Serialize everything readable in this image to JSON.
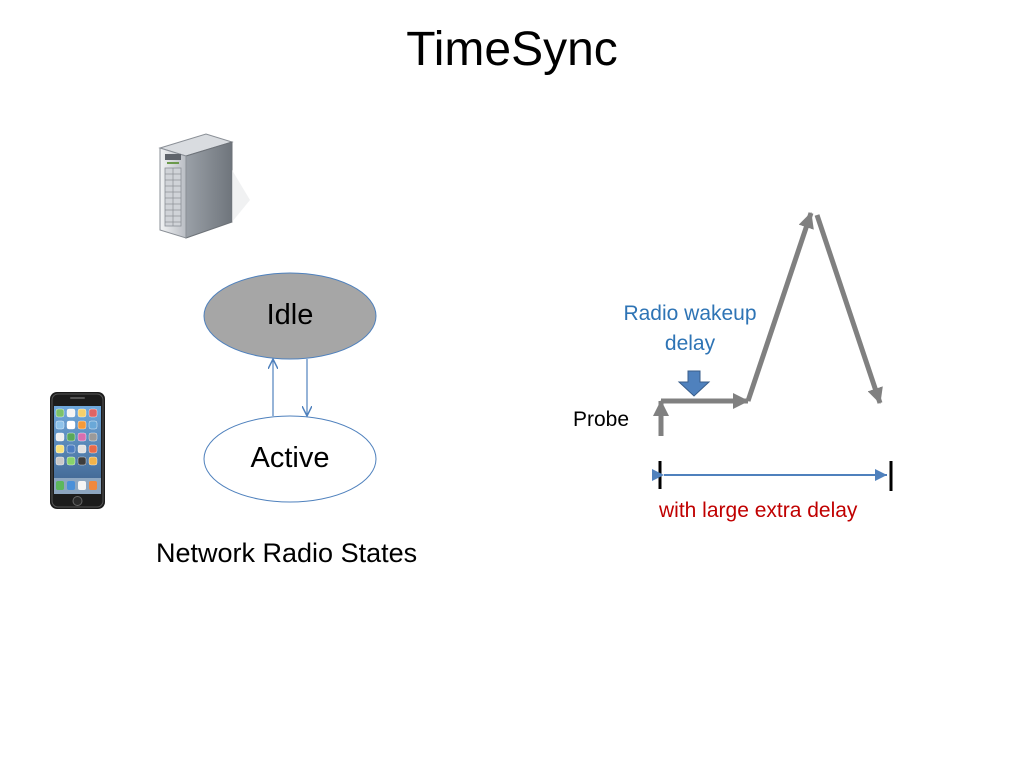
{
  "slide": {
    "title": "TimeSync"
  },
  "states": {
    "idle": "Idle",
    "active": "Active",
    "caption": "Network Radio States"
  },
  "timing": {
    "probe": "Probe",
    "wakeup_delay": "Radio wakeup delay",
    "extra_delay": "with large extra delay"
  },
  "icons": {
    "server": "server-tower-icon",
    "phone": "smartphone-icon"
  },
  "colors": {
    "idle_fill": "#a6a6a6",
    "state_border": "#4f81bd",
    "transition_arrows": "#4f81bd",
    "signal_arrows": "#7f7f7f",
    "wakeup_text": "#2e74b5",
    "extra_delay_text": "#c00000"
  }
}
